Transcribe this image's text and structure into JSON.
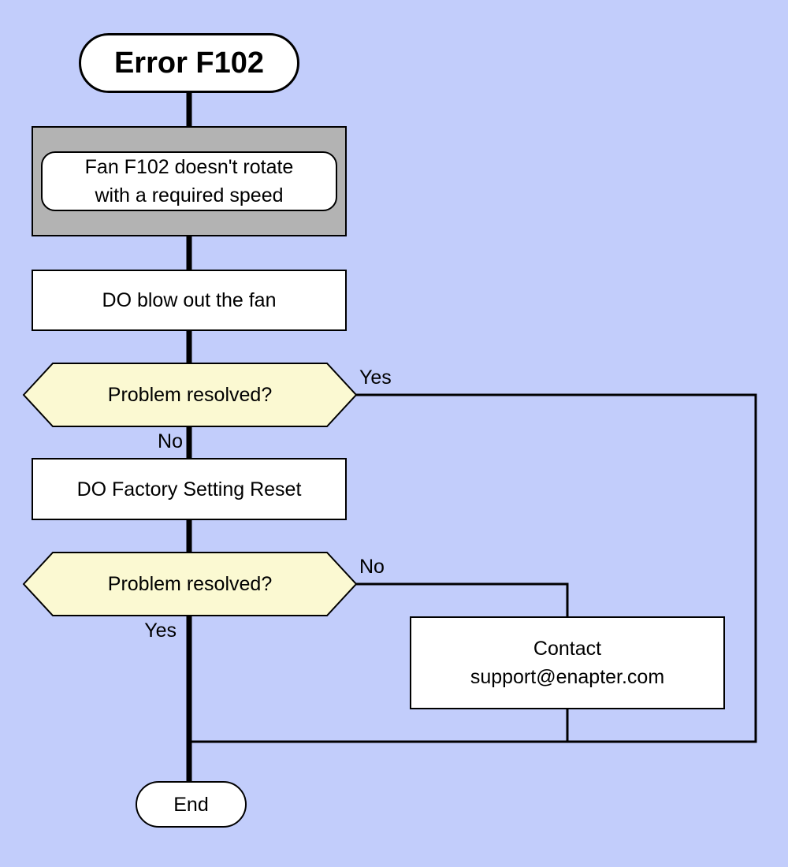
{
  "flowchart": {
    "title": "Error F102",
    "colors": {
      "background": "#c2cdfb",
      "node_fill": "#ffffff",
      "decision_fill": "#fbf9d2",
      "frame_fill": "#b3b3b3",
      "line": "#000000"
    },
    "nodes": {
      "start": {
        "label": "Error F102"
      },
      "problem": {
        "line1": "Fan F102 doesn't rotate",
        "line2": "with a required speed"
      },
      "step_blow_fan": {
        "label": "DO blow out the fan"
      },
      "decision_1": {
        "label": "Problem resolved?",
        "yes": "Yes",
        "no": "No"
      },
      "step_factory_reset": {
        "label": "DO Factory Setting Reset"
      },
      "decision_2": {
        "label": "Problem resolved?",
        "yes": "Yes",
        "no": "No"
      },
      "contact": {
        "line1": "Contact",
        "line2": "support@enapter.com"
      },
      "end": {
        "label": "End"
      }
    }
  }
}
